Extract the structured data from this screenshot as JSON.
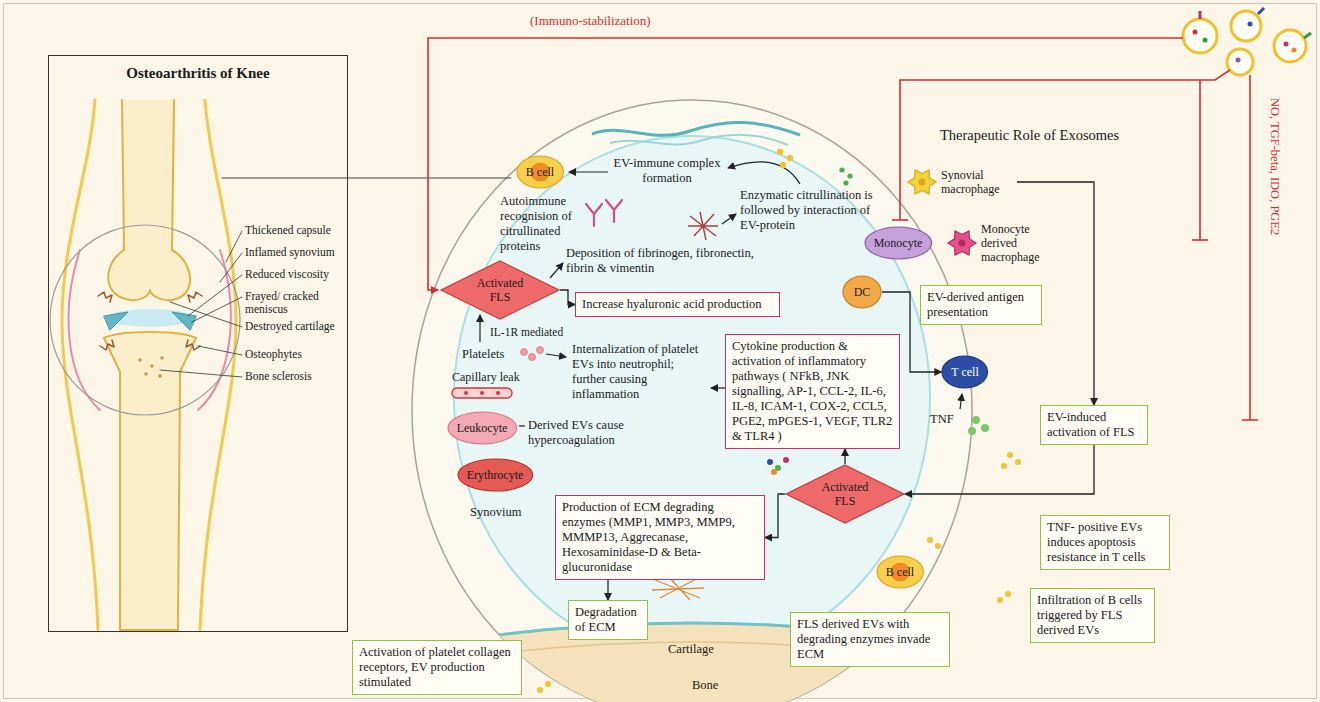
{
  "diagram": {
    "nodes": [
      {
        "text": [
          "Osteoarthritis of Knee"
        ]
      },
      {
        "text": [
          "B cell"
        ]
      },
      {
        "text": [
          "Activated FLS"
        ]
      },
      {
        "text": [
          "Increase hyaluronic acid production"
        ]
      },
      {
        "text": [
          "Synovial macrophage"
        ]
      },
      {
        "text": [
          "Monocyte"
        ]
      },
      {
        "text": [
          "Monocyte derived macrophage"
        ]
      },
      {
        "text": [
          "DC"
        ]
      },
      {
        "text": [
          "EV-derived antigen presentation"
        ]
      },
      {
        "text": [
          "T cell"
        ]
      },
      {
        "text": [
          "Cytokine production & activation of inflammatory pathways ( NFkB, JNK signalling, AP-1, CCL-2, IL-6, IL-8, ICAM-1, COX-2, CCL5, PGE2, mPGES-1, VEGF, TLR2 & TLR4 )"
        ]
      },
      {
        "text": [
          "EV-induced activation of FLS"
        ]
      },
      {
        "text": [
          "Leukocyte"
        ]
      },
      {
        "text": [
          "Erythrocyte"
        ]
      },
      {
        "text": [
          "Activated FLS"
        ]
      },
      {
        "text": [
          "TNF- positive EVs induces apoptosis resistance in T cells"
        ]
      },
      {
        "text": [
          "Production of ECM degrading enzymes (MMP1, MMP3, MMP9, MMMP13, Aggrecanase, Hexosaminidase-D & Beta-glucuronidase"
        ]
      },
      {
        "text": [
          "B cell"
        ]
      },
      {
        "text": [
          "Infiltration of B cells triggered by FLS derived EVs"
        ]
      },
      {
        "text": [
          "Activation of platelet collagen receptors, EV production stimulated"
        ]
      },
      {
        "text": [
          "Degradation of ECM"
        ]
      },
      {
        "text": [
          "FLS derived EVs with degrading enzymes invade ECM"
        ]
      }
    ],
    "edges": [
      {
        "from": 2,
        "to": 3,
        "arrow": "to"
      },
      {
        "from": 14,
        "to": 10,
        "arrow": "to"
      },
      {
        "from": 14,
        "to": 16,
        "arrow": "to"
      },
      {
        "from": 16,
        "to": 20,
        "arrow": "to"
      },
      {
        "from": 11,
        "to": 14,
        "arrow": "to"
      },
      {
        "from": 4,
        "to": 11,
        "arrow": "to"
      },
      {
        "from": 7,
        "to": 9,
        "arrow": "to"
      }
    ],
    "labels": [
      "(Immuno-stabilization)",
      "Therapeutic Role of Exosomes",
      "NO, TGF-beta, IDO, PGE2",
      "Thickened capsule",
      "Inflamed synovium",
      "Reduced viscosity",
      "Frayed/ cracked meniscus",
      "Destroyed cartilage",
      "Osteophytes",
      "Bone sclerosis",
      "EV-immune complex formation",
      "Enzymatic citrullination is followed by interaction of EV-protein",
      "Autoimmune recognision of citrullinated proteins",
      "Deposition of fibrinogen, fibronectin, fibrin & vimentin",
      "IL-1R mediated",
      "Platelets",
      "Capillary leak",
      "Internalization of platelet EVs into neutrophil; further causing inflammation",
      "Derived EVs cause hypercoagulation",
      "Synovium",
      "TNF",
      "Cartilage",
      "Bone"
    ]
  }
}
